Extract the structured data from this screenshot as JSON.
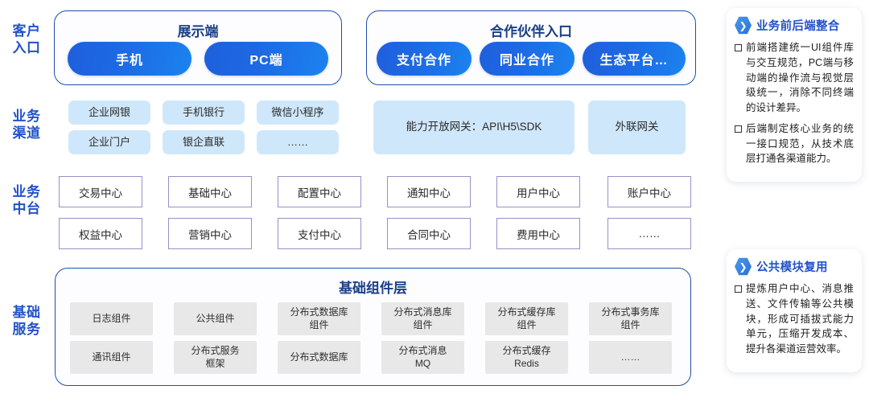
{
  "rows": {
    "customer_entry": {
      "line1": "客户",
      "line2": "入口"
    },
    "business_channel": {
      "line1": "业务",
      "line2": "渠道"
    },
    "business_middle": {
      "line1": "业务",
      "line2": "中台"
    },
    "base_service": {
      "line1": "基础",
      "line2": "服务"
    }
  },
  "display_card": {
    "title": "展示端",
    "pills": [
      "手机",
      "PC端"
    ]
  },
  "partner_card": {
    "title": "合作伙伴入口",
    "pills": [
      "支付合作",
      "同业合作",
      "生态平台…"
    ]
  },
  "channels": {
    "left": [
      "企业网银",
      "手机银行",
      "微信小程序",
      "企业门户",
      "银企直联",
      "……"
    ],
    "right": [
      "能力开放网关：API\\H5\\SDK",
      "外联网关"
    ]
  },
  "middle_platform": {
    "row1": [
      "交易中心",
      "基础中心",
      "配置中心",
      "通知中心",
      "用户中心",
      "账户中心"
    ],
    "row2": [
      "权益中心",
      "营销中心",
      "支付中心",
      "合同中心",
      "费用中心",
      "……"
    ]
  },
  "base_layer": {
    "title": "基础组件层",
    "row1": [
      "日志组件",
      "公共组件",
      "分布式数据库\n组件",
      "分布式消息库\n组件",
      "分布式缓存库\n组件",
      "分布式事务库\n组件"
    ],
    "row2": [
      "通讯组件",
      "分布式服务\n框架",
      "分布式数据库",
      "分布式消息\nMQ",
      "分布式缓存\nRedis",
      "……"
    ]
  },
  "side_cards": [
    {
      "title": "业务前后端整合",
      "bullets": [
        "前端搭建统一UI组件库与交互规范，PC端与移动端的操作流与视觉层级统一，消除不同终端的设计差异。",
        "后端制定核心业务的统一接口规范，从技术底层打通各渠道能力。"
      ]
    },
    {
      "title": "公共模块复用",
      "bullets": [
        "提炼用户中心、消息推送、文件传输等公共模块，形成可插拔式能力单元，压缩开发成本、提升各渠道运营效率。"
      ]
    }
  ],
  "icons": {
    "chevron": "❯"
  },
  "colors": {
    "accent_blue": "#2352c8",
    "pill_gradient_start": "#1f5fdc",
    "pill_gradient_end": "#1b83ef",
    "chip_blue": "#cfe7fa",
    "box_purple_border": "#9b8fc8",
    "chip_gray": "#e8e8e8"
  }
}
